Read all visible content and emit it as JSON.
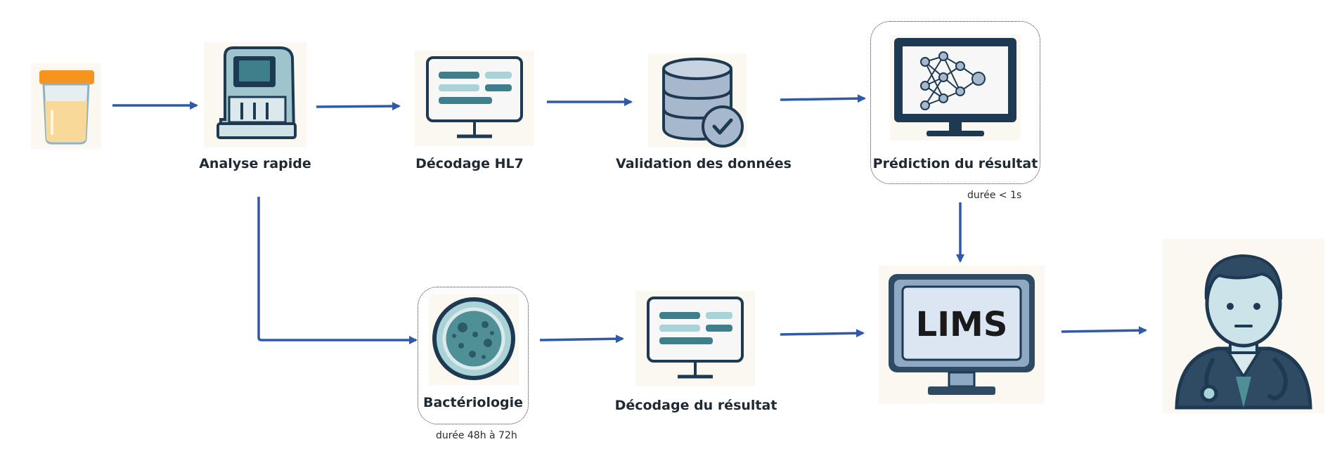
{
  "steps": {
    "analyse": "Analyse rapide",
    "hl7": "Décodage HL7",
    "validation": "Validation des données",
    "prediction": "Prédiction du résultat",
    "bacterio": "Bactériologie",
    "decodage_resultat": "Décodage du résultat",
    "lims": "LIMS"
  },
  "notes": {
    "prediction_duration": "durée < 1s",
    "bacterio_duration": "durée 48h à 72h"
  },
  "icons": {
    "sample": "urine-sample-cup-icon",
    "analyzer": "analyzer-machine-icon",
    "hl7": "monitor-data-icon",
    "database": "database-check-icon",
    "prediction": "neural-network-monitor-icon",
    "bacterio": "petri-dish-icon",
    "decodage": "monitor-data-icon",
    "lims": "lims-monitor-icon",
    "doctor": "doctor-avatar-icon"
  },
  "colors": {
    "arrow": "#2f5aa8",
    "dark": "#1e3a52",
    "teal": "#3f7f8c",
    "light_teal": "#a9d3d6",
    "accent_orange": "#f7941d"
  }
}
